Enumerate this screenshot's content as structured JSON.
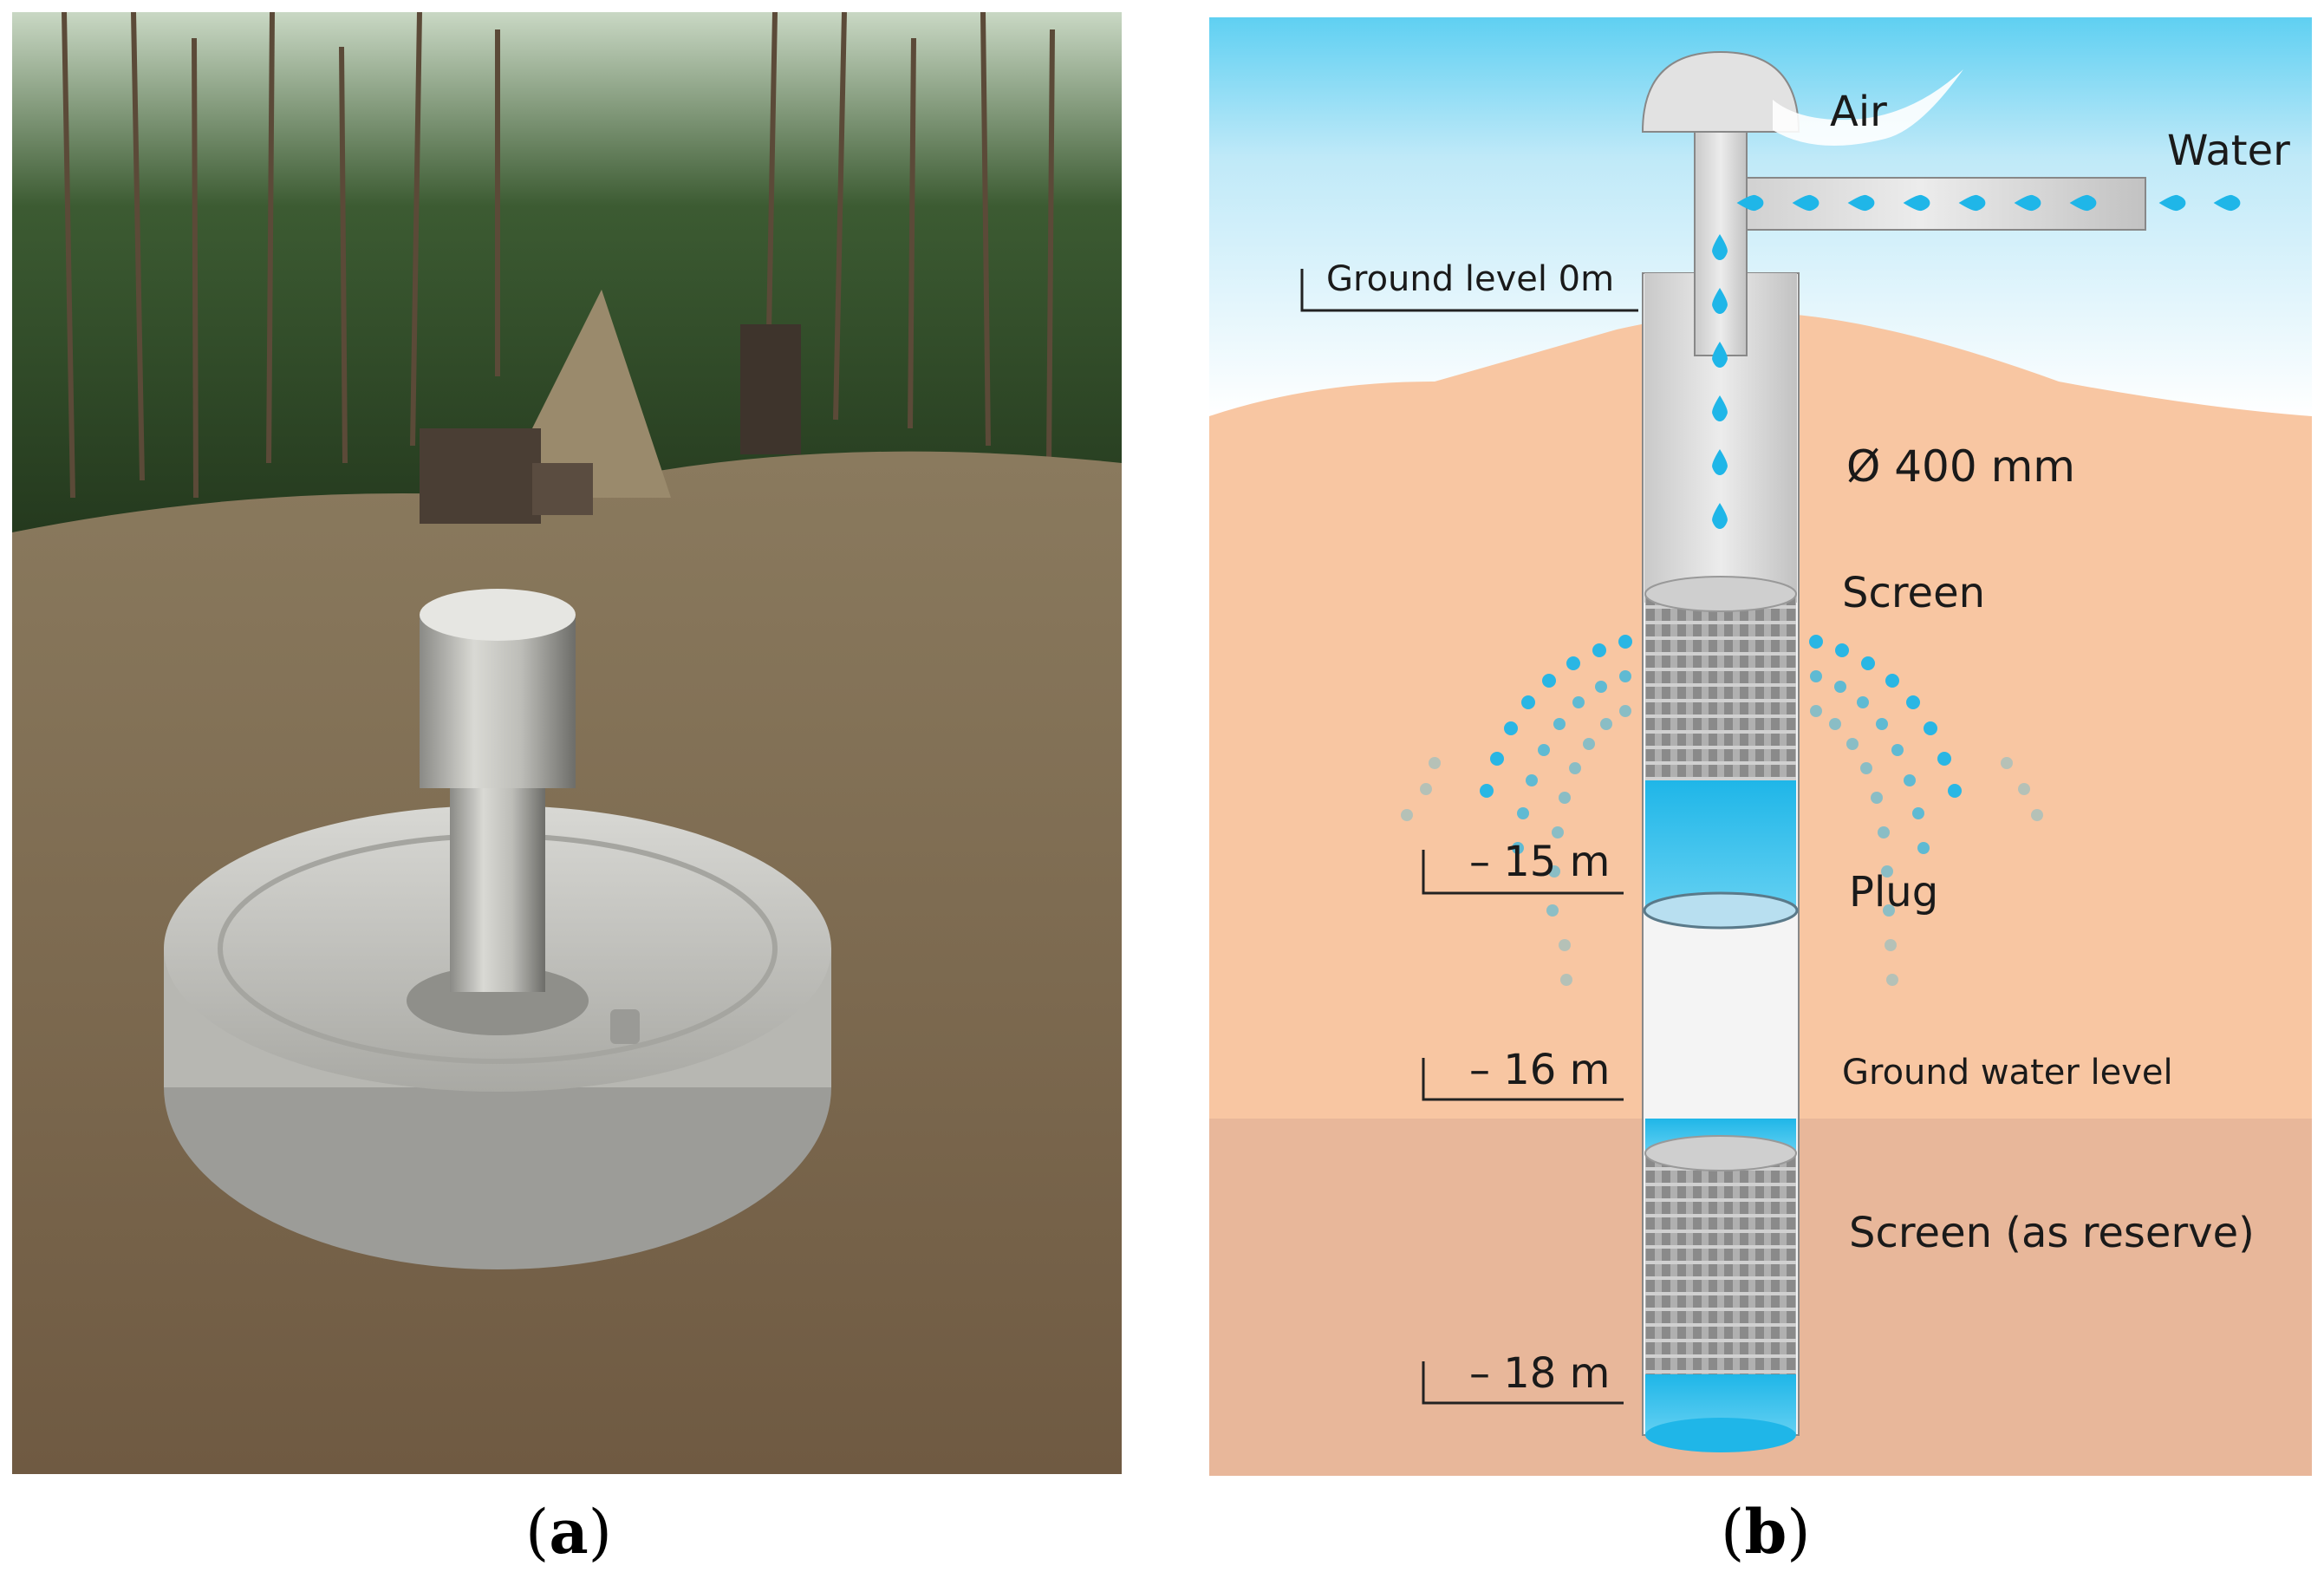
{
  "panel_a": {
    "caption_letter": "a",
    "content": "photo"
  },
  "panel_b": {
    "caption_letter": "b",
    "labels": {
      "air": "Air",
      "water": "Water",
      "ground_level": "Ground level 0m",
      "diameter": "Ø 400 mm",
      "screen": "Screen",
      "plug": "Plug",
      "ground_water_level": "Ground water level",
      "screen_reserve": "Screen (as reserve)",
      "depth_15": "– 15 m",
      "depth_16": "– 16 m",
      "depth_18": "– 18 m"
    },
    "colors": {
      "sky_top": "#5fd0f2",
      "sky_bottom": "#ffffff",
      "soil_upper": "#f8c6a2",
      "soil_lower": "#e8b79a",
      "water": "#1fb6e8",
      "pipe": "#d9d9d9",
      "screen": "#8c8c8c"
    }
  }
}
